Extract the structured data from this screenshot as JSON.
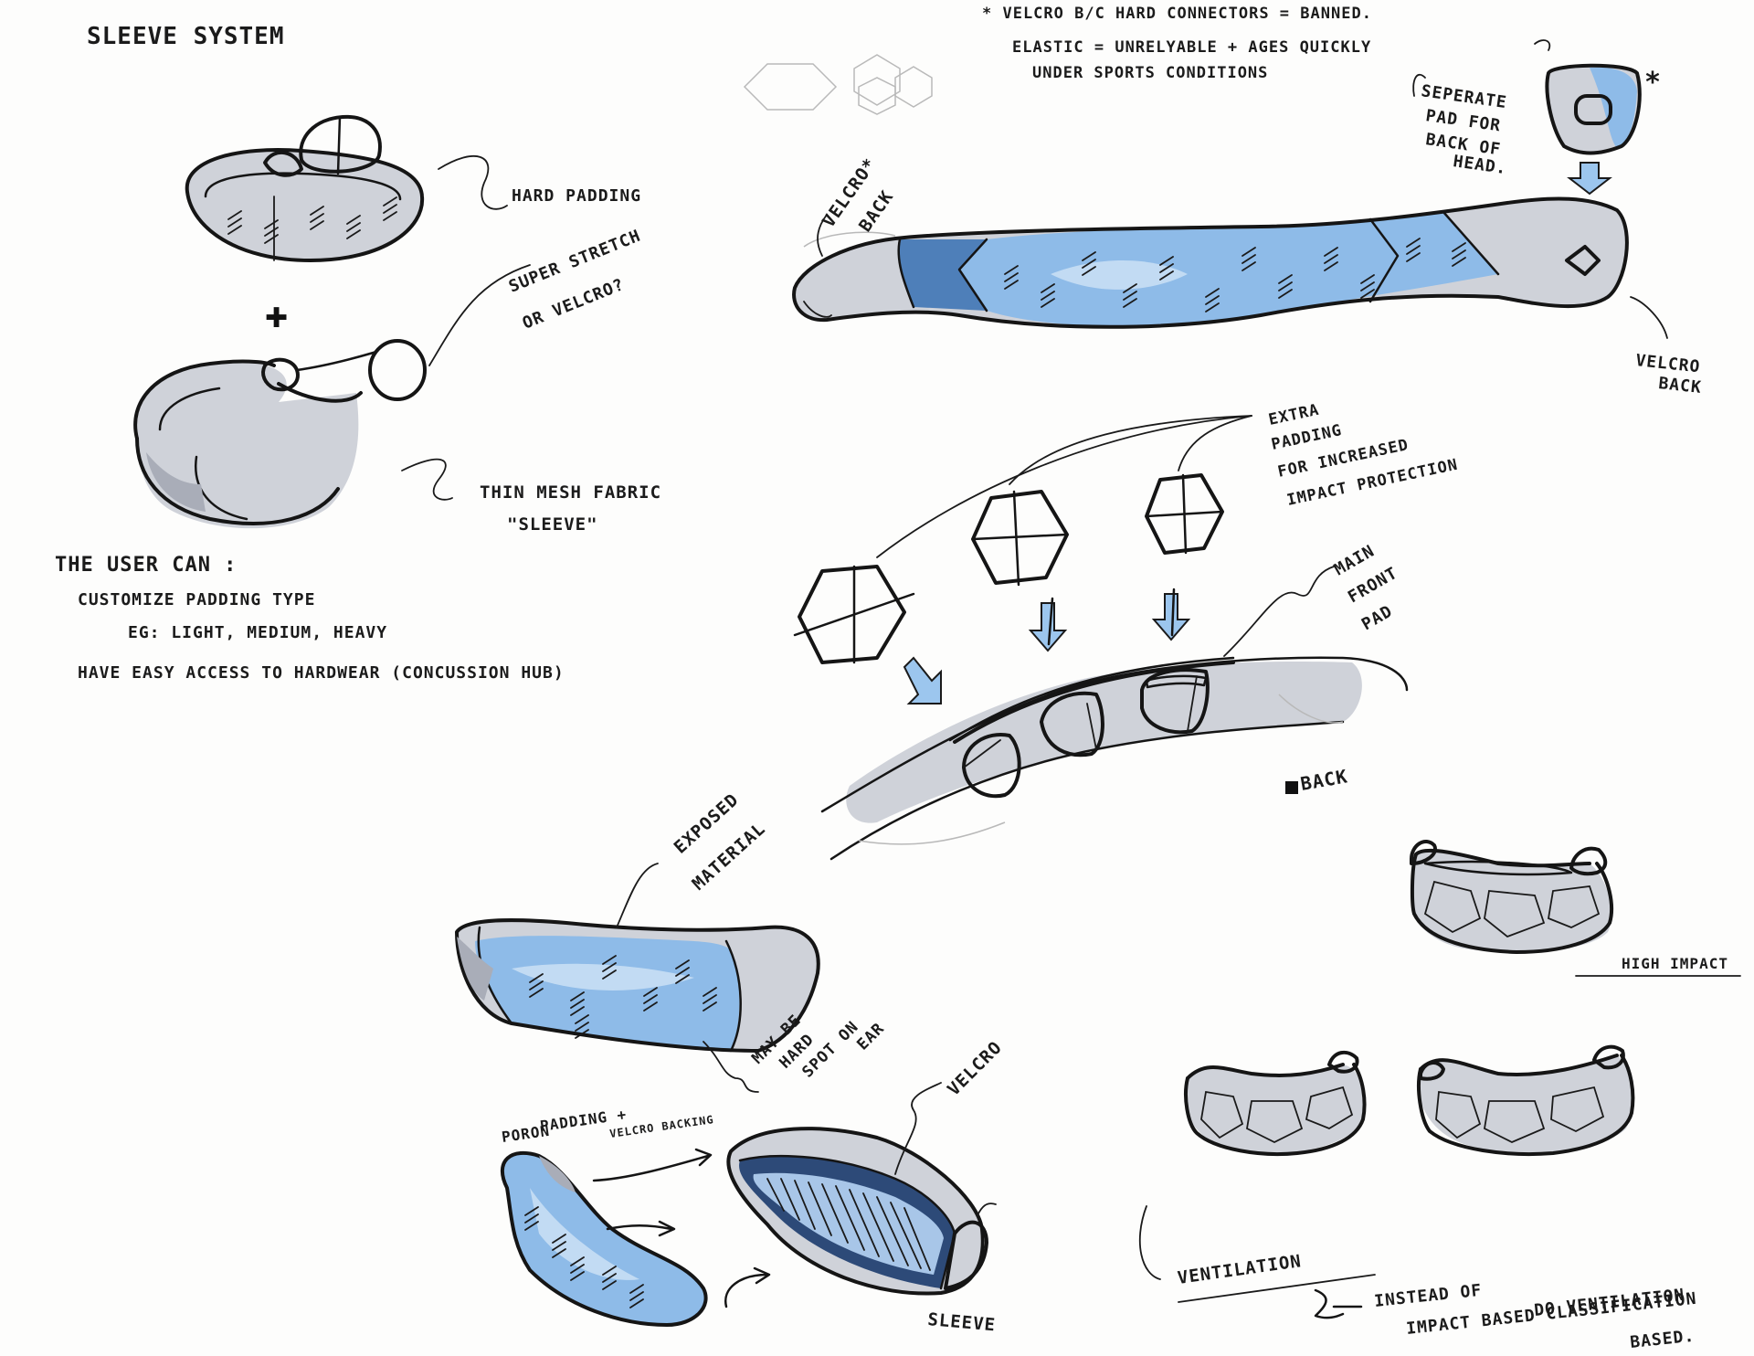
{
  "title": "SLEEVE SYSTEM",
  "colors": {
    "marker_blue": "#8ebbe8",
    "marker_grey": "#cfd2d9",
    "ink": "#151515"
  },
  "labels": {
    "hard_padding": "HARD PADDING",
    "plus_sign": "✚",
    "super_stretch": [
      "SUPER STRETCH",
      "OR VELCRO?"
    ],
    "thin_mesh": [
      "THIN MESH FABRIC",
      "\"SLEEVE\""
    ],
    "velcro_back_left": [
      "VELCRO*",
      "BACK"
    ],
    "velcro_back_right": [
      "VELCRO",
      "BACK"
    ],
    "top_note": [
      "* VELCRO B/C HARD CONNECTORS = BANNED.",
      "ELASTIC = UNRELYABLE + AGES QUICKLY",
      "UNDER SPORTS CONDITIONS"
    ],
    "separate_pad": [
      "SEPERATE",
      "PAD FOR",
      "BACK OF",
      "HEAD."
    ],
    "asterisk": "*",
    "extra_padding": [
      "EXTRA",
      "PADDING",
      "FOR INCREASED",
      "IMPACT PROTECTION"
    ],
    "main_front_pad": [
      "MAIN",
      "FRONT",
      "PAD"
    ],
    "back": "BACK",
    "exposed_material": [
      "EXPOSED",
      "MATERIAL"
    ],
    "may_be_hard": [
      "MAY BE",
      "HARD",
      "SPOT ON",
      "EAR"
    ],
    "poron_padding": [
      "PORON",
      "PADDING +"
    ],
    "velcro_backing": "VELCRO BACKING",
    "velcro": "VELCRO",
    "sleeve": "SLEEVE",
    "high_impact": "HIGH IMPACT",
    "ventilation": "VENTILATION",
    "instead_of": [
      "INSTEAD OF",
      "IMPACT BASED CLASSIFICATION",
      "DO VENTILATION",
      "BASED."
    ]
  },
  "user_can": {
    "heading": "THE USER CAN :",
    "items": [
      "CUSTOMIZE PADDING TYPE",
      "EG: LIGHT, MEDIUM, HEAVY",
      "HAVE EASY ACCESS TO HARDWEAR (CONCUSSION HUB)"
    ]
  }
}
